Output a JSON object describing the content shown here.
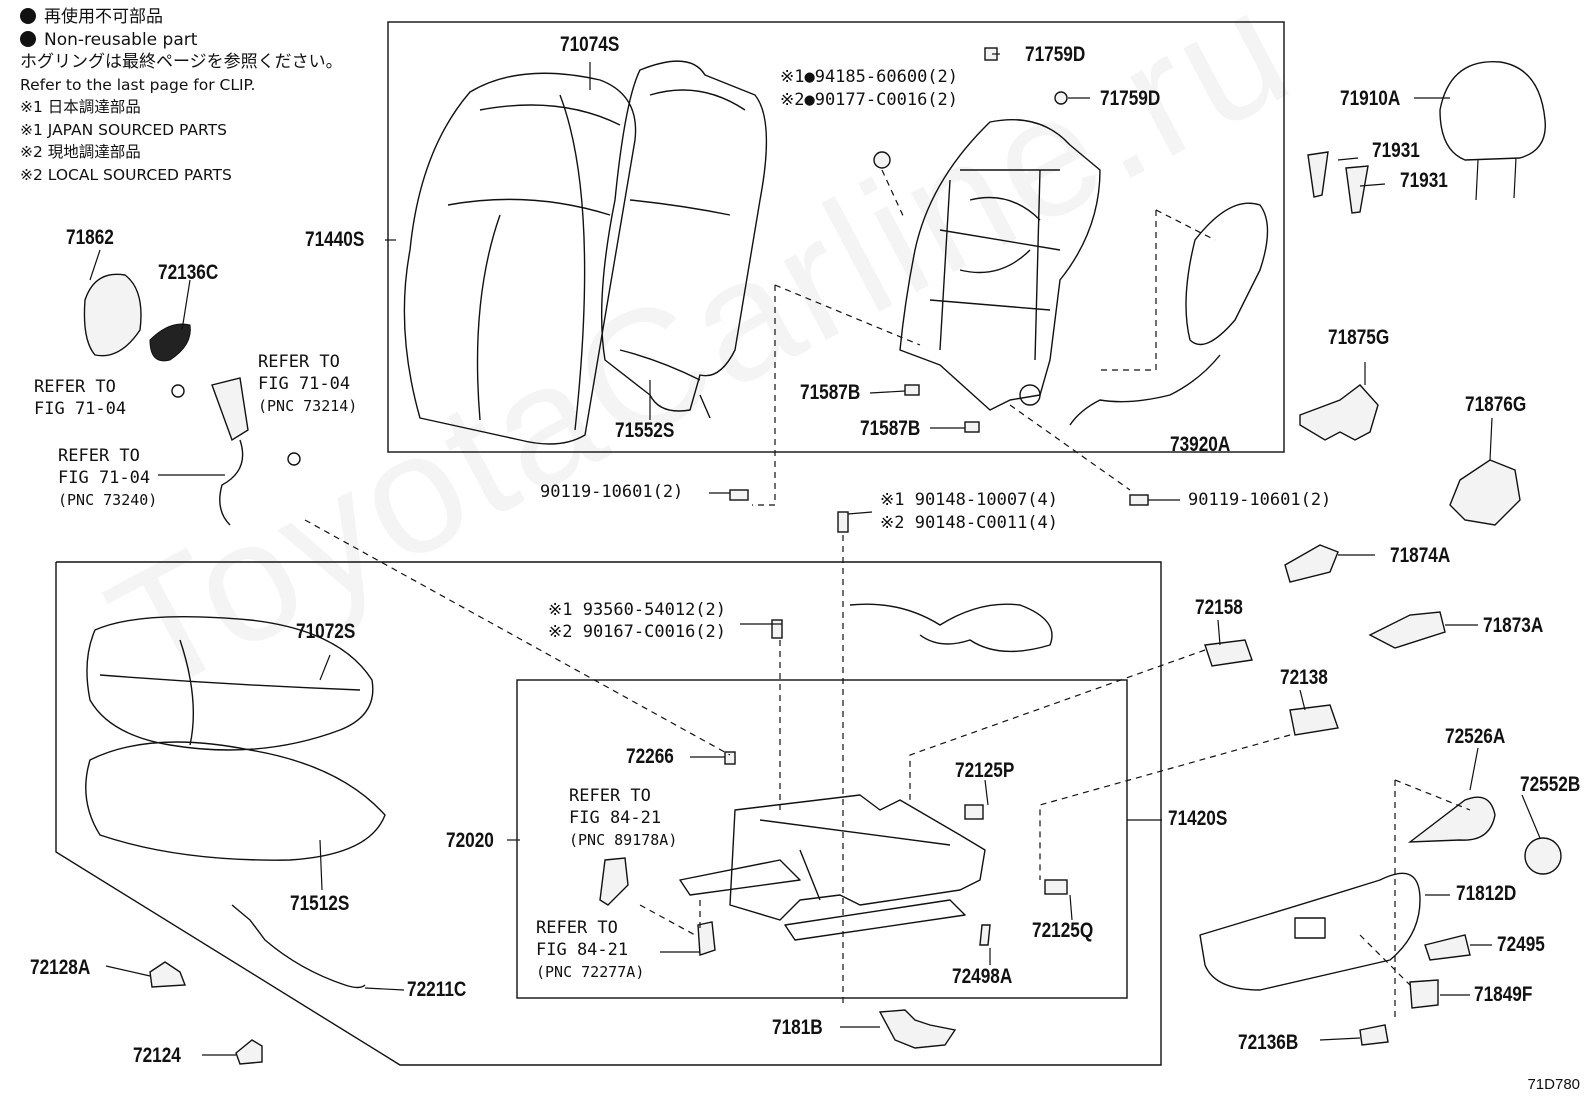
{
  "legend": {
    "non_reusable_jp": "再使用不可部品",
    "non_reusable_en": "Non-reusable part",
    "clip_note_jp": "ホグリングは最終ページを参照ください。",
    "clip_note_en": "Refer to the last page for CLIP.",
    "note1_jp": "※1 日本調達部品",
    "note1_en": "※1 JAPAN SOURCED PARTS",
    "note2_jp": "※2 現地調達部品",
    "note2_en": "※2 LOCAL SOURCED PARTS"
  },
  "watermark": "ToyotaCarline.ru",
  "diagram_code": "71D780",
  "parts": {
    "p71074S": "71074S",
    "p71440S": "71440S",
    "p71552S": "71552S",
    "p71759D_a": "71759D",
    "p71759D_b": "71759D",
    "p94185": "※1●94185-60600(2)",
    "p90177": "※2●90177-C0016(2)",
    "p71587B_a": "71587B",
    "p71587B_b": "71587B",
    "p73920A": "73920A",
    "p71910A": "71910A",
    "p71931_a": "71931",
    "p71931_b": "71931",
    "p71875G": "71875G",
    "p71876G": "71876G",
    "p71874A": "71874A",
    "p71873A": "71873A",
    "p71862": "71862",
    "p72136C": "72136C",
    "p90119_left": "90119-10601(2)",
    "p90119_right": "90119-10601(2)",
    "p90148_1": "※1 90148-10007(4)",
    "p90148_2": "※2 90148-C0011(4)",
    "p93560": "※1 93560-54012(2)",
    "p90167": "※2 90167-C0016(2)",
    "p71072S": "71072S",
    "p71512S": "71512S",
    "p72128A": "72128A",
    "p72211C": "72211C",
    "p72124": "72124",
    "p72266": "72266",
    "p72020": "72020",
    "p72125P": "72125P",
    "p72125Q": "72125Q",
    "p72498A": "72498A",
    "p7181B": "7181B",
    "p71420S": "71420S",
    "p72158": "72158",
    "p72138": "72138",
    "p72526A": "72526A",
    "p72552B": "72552B",
    "p71812D": "71812D",
    "p72495": "72495",
    "p71849F": "71849F",
    "p72136B": "72136B"
  },
  "refs": {
    "ref_a": {
      "l1": "REFER TO",
      "l2": "FIG 71-04"
    },
    "ref_b": {
      "l1": "REFER TO",
      "l2": "FIG 71-04",
      "l3": "(PNC 73214)"
    },
    "ref_c": {
      "l1": "REFER TO",
      "l2": "FIG 71-04",
      "l3": "(PNC 73240)"
    },
    "ref_d": {
      "l1": "REFER TO",
      "l2": "FIG 84-21",
      "l3": "(PNC 89178A)"
    },
    "ref_e": {
      "l1": "REFER TO",
      "l2": "FIG 84-21",
      "l3": "(PNC 72277A)"
    }
  }
}
